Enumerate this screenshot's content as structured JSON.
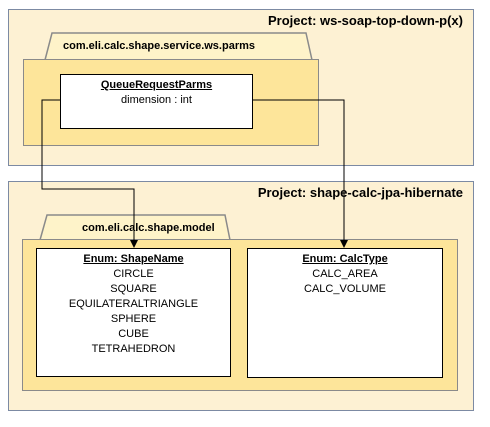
{
  "projects": [
    {
      "title": "Project: ws-soap-top-down-p(x)",
      "package": "com.eli.calc.shape.service.ws.parms",
      "classes": [
        {
          "name": "QueueRequestParms",
          "lines": [
            "dimension : int"
          ]
        }
      ]
    },
    {
      "title": "Project: shape-calc-jpa-hibernate",
      "package": "com.eli.calc.shape.model",
      "classes": [
        {
          "name": "Enum: ShapeName",
          "lines": [
            "CIRCLE",
            "SQUARE",
            "EQUILATERALTRIANGLE",
            "SPHERE",
            "CUBE",
            "TETRAHEDRON"
          ]
        },
        {
          "name": "Enum: CalcType",
          "lines": [
            "CALC_AREA",
            "CALC_VOLUME"
          ]
        }
      ]
    }
  ],
  "colors": {
    "project_bg": "#fdf1d3",
    "package_bg": "#fde59a",
    "package_tab_bg": "#fef3c9",
    "border": "#7c8aa3",
    "connector": "#000000"
  }
}
